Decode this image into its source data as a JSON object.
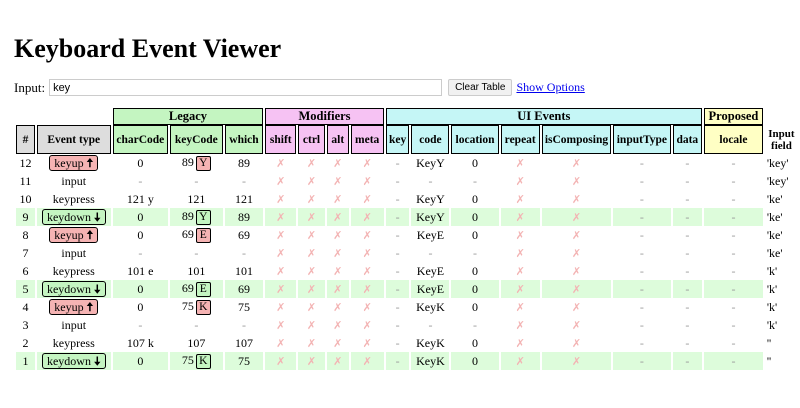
{
  "title": "Keyboard Event Viewer",
  "input": {
    "label": "Input:",
    "value": "key"
  },
  "clear_label": "Clear Table",
  "options_label": "Show Options",
  "groups": {
    "legacy": "Legacy",
    "modifiers": "Modifiers",
    "ui": "UI Events",
    "proposed": "Proposed"
  },
  "headers": {
    "num": "#",
    "type": "Event type",
    "charCode": "charCode",
    "keyCode": "keyCode",
    "which": "which",
    "shift": "shift",
    "ctrl": "ctrl",
    "alt": "alt",
    "meta": "meta",
    "key": "key",
    "code": "code",
    "location": "location",
    "repeat": "repeat",
    "isComposing": "isComposing",
    "inputType": "inputType",
    "data": "data",
    "locale": "locale",
    "input_field_1": "Input",
    "input_field_2": "field"
  },
  "symbols": {
    "false": "✗",
    "none": "-",
    "up_arrow": "🠅",
    "down_arrow": "🠇"
  },
  "rows": [
    {
      "num": "12",
      "type": "keyup",
      "kind": "up",
      "charCode": "0",
      "keyCode": "89",
      "keyBox": "Y",
      "which": "89",
      "key": "-",
      "code": "KeyY",
      "location": "0",
      "input": "'key'"
    },
    {
      "num": "11",
      "type": "input",
      "kind": "input",
      "charCode": "-",
      "keyCode": "-",
      "keyBox": "",
      "which": "-",
      "key": "-",
      "code": "-",
      "location": "-",
      "input": "'key'"
    },
    {
      "num": "10",
      "type": "keypress",
      "kind": "press",
      "charCode": "121 y",
      "keyCode": "121",
      "keyBox": "",
      "which": "121",
      "key": "-",
      "code": "KeyY",
      "location": "0",
      "input": "'ke'"
    },
    {
      "num": "9",
      "type": "keydown",
      "kind": "down",
      "charCode": "0",
      "keyCode": "89",
      "keyBox": "Y",
      "which": "89",
      "key": "-",
      "code": "KeyY",
      "location": "0",
      "input": "'ke'"
    },
    {
      "num": "8",
      "type": "keyup",
      "kind": "up",
      "charCode": "0",
      "keyCode": "69",
      "keyBox": "E",
      "which": "69",
      "key": "-",
      "code": "KeyE",
      "location": "0",
      "input": "'ke'"
    },
    {
      "num": "7",
      "type": "input",
      "kind": "input",
      "charCode": "-",
      "keyCode": "-",
      "keyBox": "",
      "which": "-",
      "key": "-",
      "code": "-",
      "location": "-",
      "input": "'ke'"
    },
    {
      "num": "6",
      "type": "keypress",
      "kind": "press",
      "charCode": "101 e",
      "keyCode": "101",
      "keyBox": "",
      "which": "101",
      "key": "-",
      "code": "KeyE",
      "location": "0",
      "input": "'k'"
    },
    {
      "num": "5",
      "type": "keydown",
      "kind": "down",
      "charCode": "0",
      "keyCode": "69",
      "keyBox": "E",
      "which": "69",
      "key": "-",
      "code": "KeyE",
      "location": "0",
      "input": "'k'"
    },
    {
      "num": "4",
      "type": "keyup",
      "kind": "up",
      "charCode": "0",
      "keyCode": "75",
      "keyBox": "K",
      "which": "75",
      "key": "-",
      "code": "KeyK",
      "location": "0",
      "input": "'k'"
    },
    {
      "num": "3",
      "type": "input",
      "kind": "input",
      "charCode": "-",
      "keyCode": "-",
      "keyBox": "",
      "which": "-",
      "key": "-",
      "code": "-",
      "location": "-",
      "input": "'k'"
    },
    {
      "num": "2",
      "type": "keypress",
      "kind": "press",
      "charCode": "107 k",
      "keyCode": "107",
      "keyBox": "",
      "which": "107",
      "key": "-",
      "code": "KeyK",
      "location": "0",
      "input": "''"
    },
    {
      "num": "1",
      "type": "keydown",
      "kind": "down",
      "charCode": "0",
      "keyCode": "75",
      "keyBox": "K",
      "which": "75",
      "key": "-",
      "code": "KeyK",
      "location": "0",
      "input": "''"
    }
  ],
  "colors": {
    "legacy": "#c4f5c1",
    "modifiers": "#f6c2f3",
    "ui": "#c5f6f6",
    "proposed": "#ffffc4",
    "keyup": "#f5b3b3",
    "keydown_row": "#ddfcdb"
  }
}
